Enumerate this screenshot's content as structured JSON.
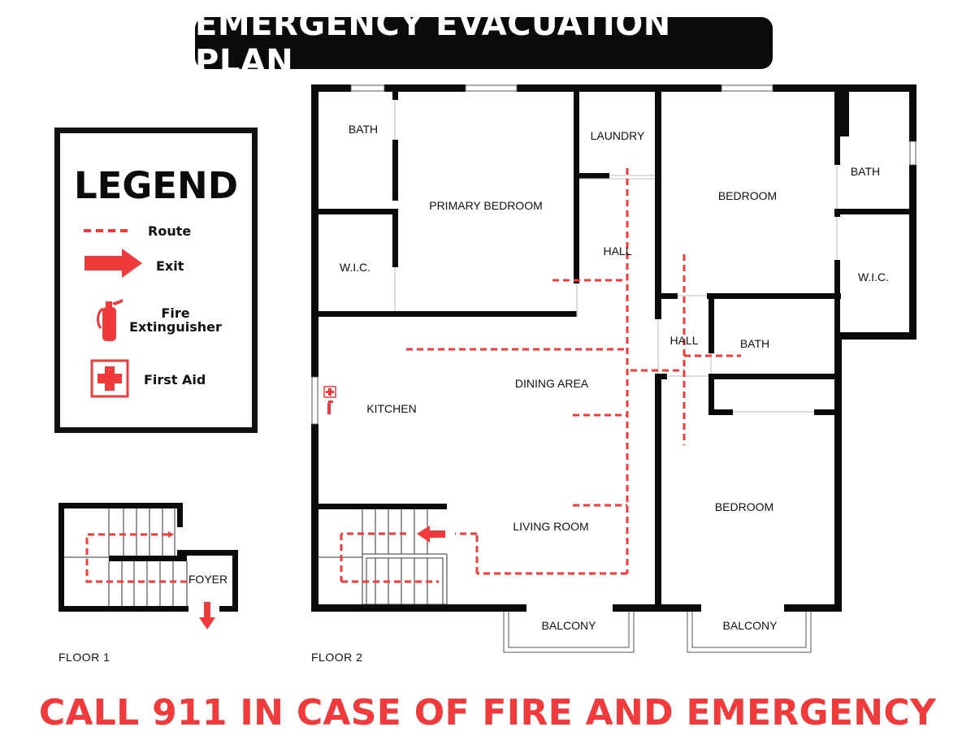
{
  "title": "EMERGENCY EVACUATION PLAN",
  "legend": {
    "heading": "LEGEND",
    "items": [
      {
        "key": "route",
        "label": "Route",
        "icon": "dashed-route-icon"
      },
      {
        "key": "exit",
        "label": "Exit",
        "icon": "exit-arrow-icon"
      },
      {
        "key": "extinguisher",
        "label": "Fire Extinguisher",
        "icon": "fire-extinguisher-icon"
      },
      {
        "key": "first_aid",
        "label": "First Aid",
        "icon": "first-aid-icon"
      }
    ]
  },
  "floors": {
    "floor1": {
      "label": "FLOOR 1",
      "rooms": {
        "foyer": "FOYER"
      }
    },
    "floor2": {
      "label": "FLOOR 2",
      "rooms": {
        "bath_top_left": "BATH",
        "primary_bedroom": "PRIMARY BEDROOM",
        "laundry": "LAUNDRY",
        "bedroom_top": "BEDROOM",
        "bath_top_right": "BATH",
        "wic_left": "W.I.C.",
        "hall_upper": "HALL",
        "wic_right": "W.I.C.",
        "hall_center": "HALL",
        "bath_center": "BATH",
        "dining_area": "DINING AREA",
        "kitchen": "KITCHEN",
        "bedroom_bottom": "BEDROOM",
        "living_room": "LIVING ROOM",
        "balcony_left": "BALCONY",
        "balcony_right": "BALCONY"
      }
    }
  },
  "footer": "CALL 911 IN CASE OF FIRE AND EMERGENCY",
  "colors": {
    "route": "#ef3b3b",
    "walls": "#0b0b0b",
    "accent": "#ef3b3b"
  }
}
